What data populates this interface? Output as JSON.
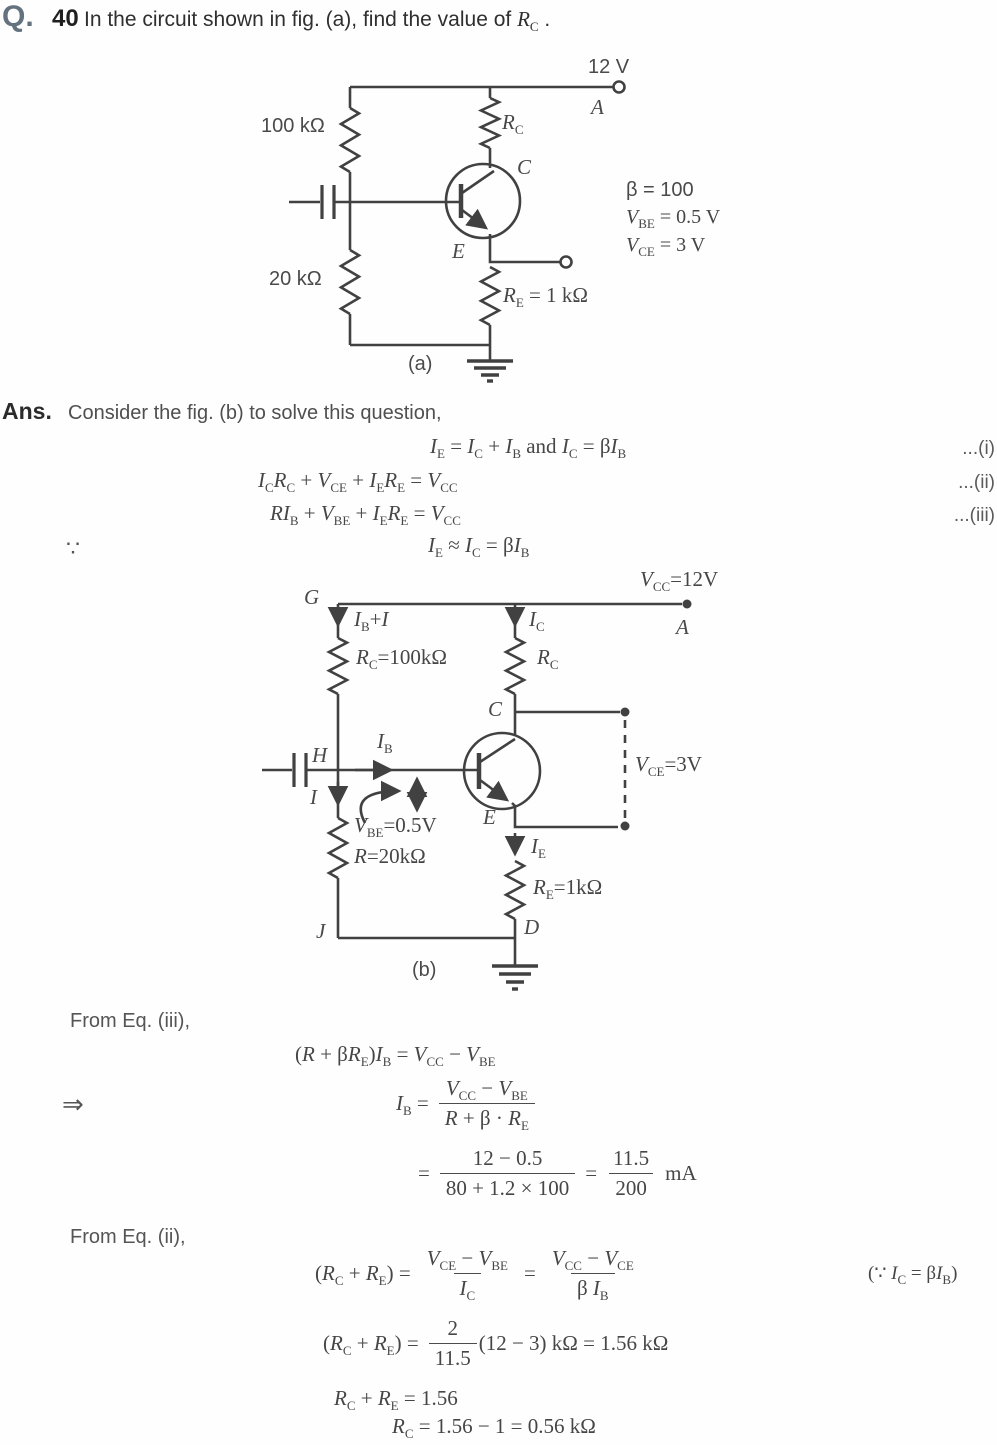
{
  "colors": {
    "ink": "#414141",
    "text": "#4a4a4a",
    "q_accent": "#64727f"
  },
  "question": {
    "q_label": "Q.",
    "q_number": "40",
    "text": [
      [
        "t",
        "In the circuit shown in fig. (a), find the value of  "
      ],
      [
        "v",
        "R"
      ],
      [
        "s",
        "C"
      ],
      [
        "t",
        " ."
      ]
    ]
  },
  "fig_a": {
    "supply": "12 V",
    "node_a": "A",
    "r1": "100 kΩ",
    "rc": [
      [
        "v",
        "R"
      ],
      [
        "s",
        "C"
      ]
    ],
    "node_c": "C",
    "node_e": "E",
    "r2": "20 kΩ",
    "re": [
      [
        "v",
        "R"
      ],
      [
        "s",
        "E"
      ],
      [
        "t",
        " = 1 kΩ"
      ]
    ],
    "caption": "(a)",
    "cond_beta": "β = 100",
    "cond_vbe": [
      [
        "v",
        "V"
      ],
      [
        "s",
        "BE"
      ],
      [
        "t",
        " = 0.5 V"
      ]
    ],
    "cond_vce": [
      [
        "v",
        "V"
      ],
      [
        "s",
        "CE"
      ],
      [
        "t",
        " = 3 V"
      ]
    ]
  },
  "ans": {
    "label": "Ans.",
    "intro": "Consider the fig. (b) to solve this question,",
    "eq_i": {
      "math": [
        [
          "v",
          "I"
        ],
        [
          "s",
          "E"
        ],
        [
          "t",
          " = "
        ],
        [
          "v",
          "I"
        ],
        [
          "s",
          "C"
        ],
        [
          "t",
          " + "
        ],
        [
          "v",
          "I"
        ],
        [
          "s",
          "B"
        ],
        [
          "t",
          "  and  "
        ],
        [
          "v",
          "I"
        ],
        [
          "s",
          "C"
        ],
        [
          "t",
          " = β"
        ],
        [
          "v",
          "I"
        ],
        [
          "s",
          "B"
        ]
      ],
      "num": "...(i)"
    },
    "eq_ii": {
      "math": [
        [
          "v",
          "I"
        ],
        [
          "s",
          "C"
        ],
        [
          "v",
          "R"
        ],
        [
          "s",
          "C"
        ],
        [
          "t",
          " + "
        ],
        [
          "v",
          "V"
        ],
        [
          "s",
          "CE"
        ],
        [
          "t",
          " + "
        ],
        [
          "v",
          "I"
        ],
        [
          "s",
          "E"
        ],
        [
          "v",
          "R"
        ],
        [
          "s",
          "E"
        ],
        [
          "t",
          " = "
        ],
        [
          "v",
          "V"
        ],
        [
          "s",
          "CC"
        ]
      ],
      "num": "...(ii)"
    },
    "eq_iii": {
      "math": [
        [
          "v",
          "R"
        ],
        [
          "v",
          "I"
        ],
        [
          "s",
          "B"
        ],
        [
          "t",
          " + "
        ],
        [
          "v",
          "V"
        ],
        [
          "s",
          "BE"
        ],
        [
          "t",
          " + "
        ],
        [
          "v",
          "I"
        ],
        [
          "s",
          "E"
        ],
        [
          "v",
          "R"
        ],
        [
          "s",
          "E"
        ],
        [
          "t",
          " = "
        ],
        [
          "v",
          "V"
        ],
        [
          "s",
          "CC"
        ]
      ],
      "num": "...(iii)"
    },
    "because": "∵",
    "eq_approx": [
      [
        "v",
        "I"
      ],
      [
        "s",
        "E"
      ],
      [
        "t",
        " ≈ "
      ],
      [
        "v",
        "I"
      ],
      [
        "s",
        "C"
      ],
      [
        "t",
        " = β"
      ],
      [
        "v",
        "I"
      ],
      [
        "s",
        "B"
      ]
    ]
  },
  "fig_b": {
    "vcc": [
      [
        "v",
        "V"
      ],
      [
        "s",
        "CC"
      ],
      [
        "t",
        "=12V"
      ]
    ],
    "node_g": "G",
    "node_a": "A",
    "node_h": "H",
    "node_i": "I",
    "node_j": "J",
    "node_c": "C",
    "node_e": "E",
    "node_d": "D",
    "ib_plus_i": [
      [
        "v",
        "I"
      ],
      [
        "s",
        "B"
      ],
      [
        "t",
        "+"
      ],
      [
        "v",
        "I"
      ]
    ],
    "r_left": [
      [
        "v",
        "R"
      ],
      [
        "s",
        "C"
      ],
      [
        "t",
        "=100kΩ"
      ]
    ],
    "ic": [
      [
        "v",
        "I"
      ],
      [
        "s",
        "C"
      ]
    ],
    "rc": [
      [
        "v",
        "R"
      ],
      [
        "s",
        "C"
      ]
    ],
    "ib": [
      [
        "v",
        "I"
      ],
      [
        "s",
        "B"
      ]
    ],
    "vbe": [
      [
        "v",
        "V"
      ],
      [
        "s",
        "BE"
      ],
      [
        "t",
        "=0.5V"
      ]
    ],
    "r20": [
      [
        "v",
        "R"
      ],
      [
        "t",
        "=20kΩ"
      ]
    ],
    "vce": [
      [
        "v",
        "V"
      ],
      [
        "s",
        "CE"
      ],
      [
        "t",
        "=3V"
      ]
    ],
    "ie": [
      [
        "v",
        "I"
      ],
      [
        "s",
        "E"
      ]
    ],
    "re": [
      [
        "v",
        "R"
      ],
      [
        "s",
        "E"
      ],
      [
        "t",
        "=1kΩ"
      ]
    ],
    "caption": "(b)"
  },
  "work": {
    "from_iii": "From Eq. (iii),",
    "eq1": [
      [
        "t",
        "("
      ],
      [
        "v",
        "R"
      ],
      [
        "t",
        " + β"
      ],
      [
        "v",
        "R"
      ],
      [
        "s",
        "E"
      ],
      [
        "t",
        ")"
      ],
      [
        "v",
        "I"
      ],
      [
        "s",
        "B"
      ],
      [
        "t",
        " = "
      ],
      [
        "v",
        "V"
      ],
      [
        "s",
        "CC"
      ],
      [
        "t",
        " − "
      ],
      [
        "v",
        "V"
      ],
      [
        "s",
        "BE"
      ]
    ],
    "implies": "⇒",
    "eq2_lhs": [
      [
        "v",
        "I"
      ],
      [
        "s",
        "B"
      ],
      [
        "t",
        " ="
      ]
    ],
    "eq2_num": [
      [
        "v",
        "V"
      ],
      [
        "s",
        "CC"
      ],
      [
        "t",
        " − "
      ],
      [
        "v",
        "V"
      ],
      [
        "s",
        "BE"
      ]
    ],
    "eq2_den": [
      [
        "v",
        "R"
      ],
      [
        "t",
        " + β · "
      ],
      [
        "v",
        "R"
      ],
      [
        "s",
        "E"
      ]
    ],
    "eq3_eq1": "=",
    "eq3_f1_num": "12 − 0.5",
    "eq3_f1_den": "80 + 1.2 × 100",
    "eq3_eq2": "=",
    "eq3_f2_num": "11.5",
    "eq3_f2_den": "200",
    "eq3_unit": "mA",
    "from_ii": "From Eq. (ii),",
    "eq4_lhs": [
      [
        "t",
        "("
      ],
      [
        "v",
        "R"
      ],
      [
        "s",
        "C"
      ],
      [
        "t",
        " + "
      ],
      [
        "v",
        "R"
      ],
      [
        "s",
        "E"
      ],
      [
        "t",
        ") ="
      ]
    ],
    "eq4_f1_num": [
      [
        "v",
        "V"
      ],
      [
        "s",
        "CE"
      ],
      [
        "t",
        " − "
      ],
      [
        "v",
        "V"
      ],
      [
        "s",
        "BE"
      ]
    ],
    "eq4_f1_den": [
      [
        "v",
        "I"
      ],
      [
        "s",
        "C"
      ]
    ],
    "eq4_eq": "=",
    "eq4_f2_num": [
      [
        "v",
        "V"
      ],
      [
        "s",
        "CC"
      ],
      [
        "t",
        " − "
      ],
      [
        "v",
        "V"
      ],
      [
        "s",
        "CE"
      ]
    ],
    "eq4_f2_den": [
      [
        "t",
        "β "
      ],
      [
        "v",
        "I"
      ],
      [
        "s",
        "B"
      ]
    ],
    "eq4_note": [
      [
        "t",
        "(∵ "
      ],
      [
        "v",
        "I"
      ],
      [
        "s",
        "C"
      ],
      [
        "t",
        " = β"
      ],
      [
        "v",
        "I"
      ],
      [
        "s",
        "B"
      ],
      [
        "t",
        ")"
      ]
    ],
    "eq5_lhs": [
      [
        "t",
        "("
      ],
      [
        "v",
        "R"
      ],
      [
        "s",
        "C"
      ],
      [
        "t",
        " + "
      ],
      [
        "v",
        "R"
      ],
      [
        "s",
        "E"
      ],
      [
        "t",
        ") ="
      ]
    ],
    "eq5_f_num": "2",
    "eq5_f_den": "11.5",
    "eq5_rhs": [
      [
        "t",
        "(12 − 3) kΩ = 1.56 kΩ"
      ]
    ],
    "eq6": [
      [
        "v",
        "R"
      ],
      [
        "s",
        "C"
      ],
      [
        "t",
        " + "
      ],
      [
        "v",
        "R"
      ],
      [
        "s",
        "E"
      ],
      [
        "t",
        " = 1.56"
      ]
    ],
    "eq7": [
      [
        "v",
        "R"
      ],
      [
        "s",
        "C"
      ],
      [
        "t",
        " = 1.56 − 1 = 0.56 kΩ"
      ]
    ]
  }
}
